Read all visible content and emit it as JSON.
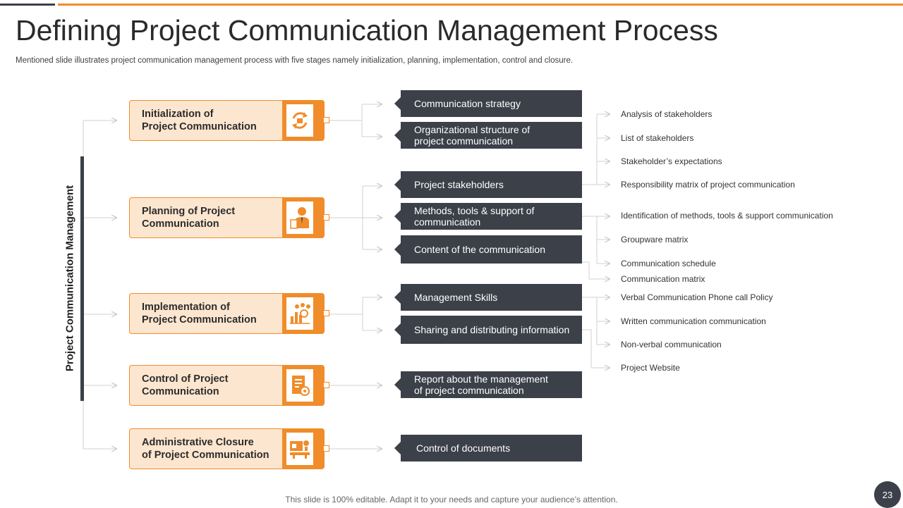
{
  "slide": {
    "title": "Defining Project Communication Management Process",
    "subtitle": "Mentioned slide illustrates project communication management process with five stages namely initialization, planning, implementation, control and closure.",
    "side_label": "Project Communication Management",
    "footer": "This slide is 100% editable. Adapt it to your needs and capture your audience’s attention.",
    "page_number": "23"
  },
  "colors": {
    "accent": "#f08c2a",
    "dark": "#3b4049",
    "stage_fill": "#fde6cf"
  },
  "stages": [
    {
      "label": "Initialization of\nProject Communication",
      "icon": "refresh-cycle-icon"
    },
    {
      "label": "Planning of Project\nCommunication",
      "icon": "businessman-icon"
    },
    {
      "label": "Implementation of\nProject Communication",
      "icon": "bar-chart-icon"
    },
    {
      "label": "Control of Project\nCommunication",
      "icon": "document-settings-icon"
    },
    {
      "label": "Administrative Closure\nof Project Communication",
      "icon": "desk-report-icon"
    }
  ],
  "outputs": [
    "Communication strategy",
    "Organizational structure of\nproject communication",
    "Project stakeholders",
    "Methods, tools & support of\ncommunication",
    "Content of the communication",
    "Management Skills",
    "Sharing and distributing information",
    "Report about the management\nof project communication",
    "Control of documents"
  ],
  "details": [
    "Analysis of stakeholders",
    "List of stakeholders",
    "Stakeholder’s expectations",
    "Responsibility matrix of project communication",
    "Identification of methods, tools & support communication",
    "Groupware matrix",
    "Communication schedule",
    "Communication matrix",
    "Verbal Communication Phone call Policy",
    "Written communication communication",
    "Non-verbal communication",
    "Project Website"
  ]
}
